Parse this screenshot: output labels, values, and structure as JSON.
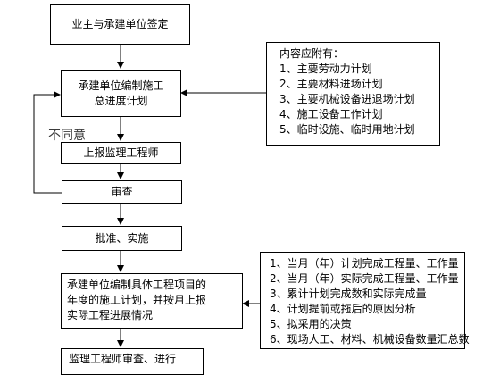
{
  "nodes": {
    "sign": "业主与承建单位签定",
    "compile_line1": "承建单位编制施工",
    "compile_line2": "总进度计划",
    "report": "上报监理工程师",
    "review": "审查",
    "approve": "批准、实施",
    "annual_line1": "承建单位编制具体工程项目的",
    "annual_line2": "年度的施工计划，并按月上报",
    "annual_line3": "实际工程进展情况",
    "partial": "监理工程师审查、进行"
  },
  "label_disagree": "不同意",
  "note1": {
    "title": "内容应附有：",
    "items": [
      "1、主要劳动力计划",
      "2、主要材料进场计划",
      "3、主要机械设备进退场计划",
      "4、施工设备工作计划",
      "5、临时设施、临时用地计划"
    ]
  },
  "note2": {
    "items": [
      "1、当月（年）计划完成工程量、工作量",
      "2、当月（年）实际完成工程量、工作量",
      "3、累计计划完成数和实际完成量",
      "4、计划提前或拖后的原因分析",
      "5、拟采用的决策",
      "6、现场人工、材料、机械设备数量汇总数"
    ]
  }
}
